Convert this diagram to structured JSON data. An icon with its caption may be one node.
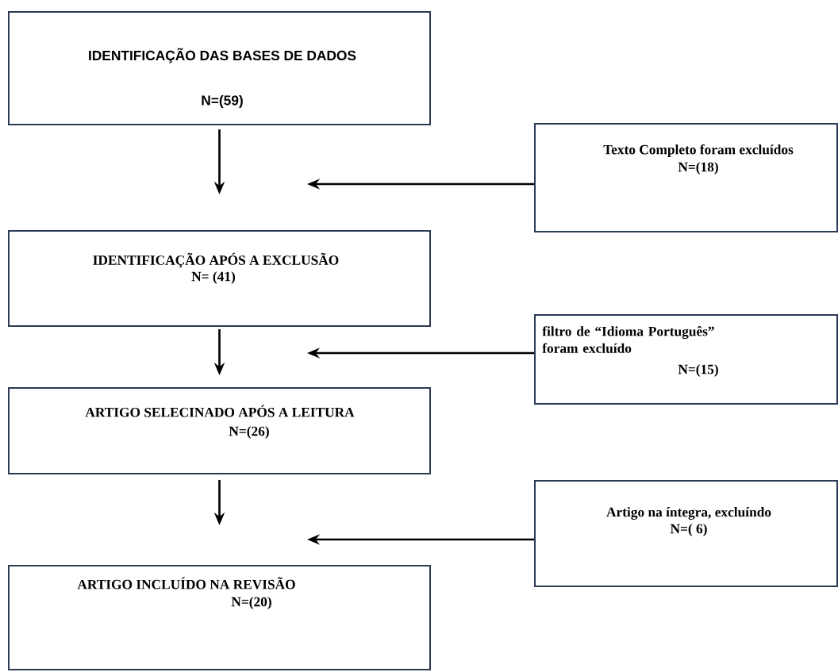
{
  "diagram": {
    "nodes": [
      {
        "text": [
          "IDENTIFICAÇÃO DAS BASES DE DADOS",
          "N=(59)"
        ]
      },
      {
        "text": [
          "Texto Completo foram excluídos",
          "N=(18)"
        ]
      },
      {
        "text": [
          "IDENTIFICAÇÃO APÓS A EXCLUSÃO",
          "N= (41)"
        ]
      },
      {
        "text": [
          "filtro de “Idioma Português” foram excluído",
          "N=(15)"
        ]
      },
      {
        "text": [
          "ARTIGO SELECINADO APÓS A LEITURA",
          "N=(26)"
        ]
      },
      {
        "text": [
          "Artigo na íntegra, excluíndo",
          "N=( 6)"
        ]
      },
      {
        "text": [
          "ARTIGO INCLUÍDO NA REVISÃO",
          "N=(20)"
        ]
      }
    ],
    "edges": [
      {
        "from": 0,
        "to": 2,
        "arrow": "to"
      },
      {
        "from": 1,
        "to": null,
        "arrow": "to"
      },
      {
        "from": 2,
        "to": 4,
        "arrow": "to"
      },
      {
        "from": 3,
        "to": null,
        "arrow": "to"
      },
      {
        "from": 4,
        "to": 6,
        "arrow": "to"
      },
      {
        "from": 5,
        "to": null,
        "arrow": "to"
      }
    ]
  }
}
